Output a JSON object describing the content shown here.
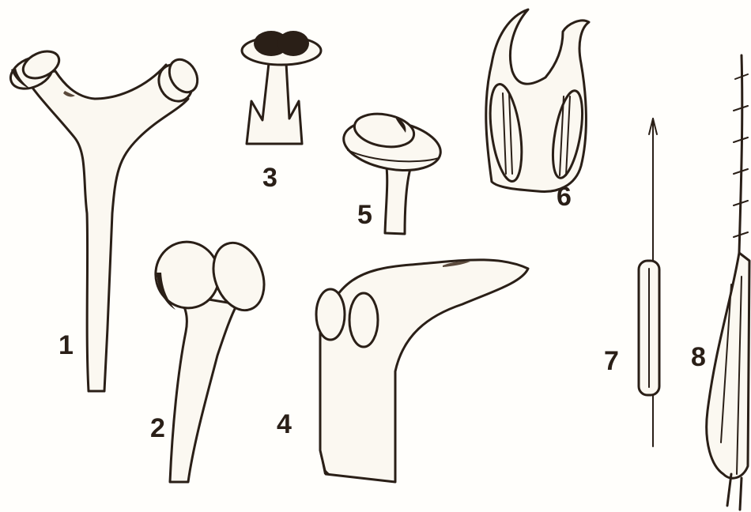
{
  "figure_labels": [
    {
      "id": "f1",
      "text": "1"
    },
    {
      "id": "f2",
      "text": "2"
    },
    {
      "id": "f3",
      "text": "3"
    },
    {
      "id": "f4",
      "text": "4"
    },
    {
      "id": "f5",
      "text": "5"
    },
    {
      "id": "f6",
      "text": "6"
    },
    {
      "id": "f7",
      "text": "7"
    },
    {
      "id": "f8",
      "text": "8"
    }
  ],
  "colors": {
    "ink": "#2a1f17",
    "paper": "#fffefb"
  }
}
